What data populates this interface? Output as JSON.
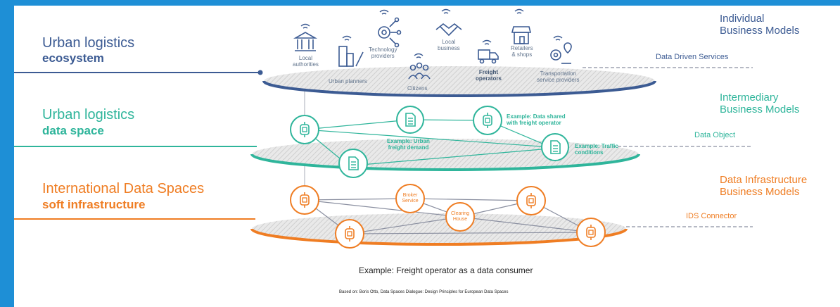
{
  "layers": [
    {
      "name": "Urban logistics",
      "bold": "ecosystem",
      "color": "#3c5b93"
    },
    {
      "name": "Urban logistics",
      "bold": "data space",
      "color": "#2fb59b"
    },
    {
      "name": "International Data Spaces",
      "bold": "soft infrastructure",
      "color": "#ef7d23"
    }
  ],
  "business_models": [
    {
      "line1": "Individual",
      "line2": "Business Models"
    },
    {
      "line1": "Intermediary",
      "line2": "Business Models"
    },
    {
      "line1": "Data Infrastructure",
      "line2": "Business Models"
    }
  ],
  "side_labels": [
    "Data Driven Services",
    "Data Object",
    "IDS Connector"
  ],
  "actors": [
    {
      "lines": [
        "Local",
        "authorities"
      ],
      "icon": "bank-icon",
      "bold": false
    },
    {
      "lines": [
        "Urban planners"
      ],
      "icon": "city-icon",
      "bold": false
    },
    {
      "lines": [
        "Technology",
        "providers"
      ],
      "icon": "gear-network-icon",
      "bold": false
    },
    {
      "lines": [
        "Citizens"
      ],
      "icon": "people-icon",
      "bold": false
    },
    {
      "lines": [
        "Local",
        "business"
      ],
      "icon": "handshake-icon",
      "bold": false
    },
    {
      "lines": [
        "Freight",
        "operators"
      ],
      "icon": "truck-icon",
      "bold": true
    },
    {
      "lines": [
        "Retailers",
        "& shops"
      ],
      "icon": "shop-icon",
      "bold": false
    },
    {
      "lines": [
        "Transportation",
        "service providers"
      ],
      "icon": "route-gear-icon",
      "bold": false
    }
  ],
  "examples": [
    {
      "lines": [
        "Example: Data shared",
        "with freight operator"
      ]
    },
    {
      "lines": [
        "Example: Urban",
        "freight demand"
      ]
    },
    {
      "lines": [
        "Example: Traffic",
        "conditions"
      ]
    }
  ],
  "service_nodes": [
    {
      "lines": [
        "Broker",
        "Service"
      ]
    },
    {
      "lines": [
        "Clearing",
        "House"
      ]
    }
  ],
  "caption": "Example: Freight operator as a data consumer",
  "source": "Based on: Boris Otto, Data Spaces Dialogue: Design Principles for European Data Spaces",
  "colors": {
    "blue": "#3c5b93",
    "teal": "#2fb59b",
    "orange": "#ef7d23",
    "frame": "#1e8fd6",
    "disc": "#d7d7d7"
  }
}
